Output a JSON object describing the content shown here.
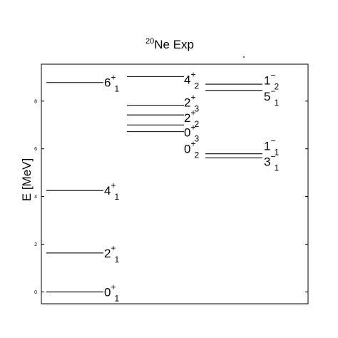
{
  "chart_data": {
    "type": "level-scheme",
    "title": {
      "sup": "20",
      "text": "Ne Exp"
    },
    "ylabel": "E [MeV]",
    "ylim": [
      -0.5,
      9.55
    ],
    "yticks": [
      0,
      2,
      4,
      6,
      8
    ],
    "columns": [
      {
        "levels": [
          {
            "energy": 0.0,
            "spin": "0",
            "parity": "+",
            "index": "1"
          },
          {
            "energy": 1.63,
            "spin": "2",
            "parity": "+",
            "index": "1"
          },
          {
            "energy": 4.25,
            "spin": "4",
            "parity": "+",
            "index": "1"
          },
          {
            "energy": 8.78,
            "spin": "6",
            "parity": "+",
            "index": "1"
          }
        ]
      },
      {
        "levels": [
          {
            "energy": 6.72,
            "spin": "0",
            "parity": "+",
            "index": "2"
          },
          {
            "energy": 7.0,
            "spin": "0",
            "parity": "+",
            "index": "3"
          },
          {
            "energy": 7.42,
            "spin": "2",
            "parity": "+",
            "index": "2"
          },
          {
            "energy": 7.83,
            "spin": "2",
            "parity": "+",
            "index": "3"
          },
          {
            "energy": 9.03,
            "spin": "4",
            "parity": "+",
            "index": "2"
          }
        ]
      },
      {
        "levels": [
          {
            "energy": 5.62,
            "spin": "3",
            "parity": "−",
            "index": "1"
          },
          {
            "energy": 5.79,
            "spin": "1",
            "parity": "−",
            "index": "1"
          },
          {
            "energy": 8.45,
            "spin": "5",
            "parity": "−",
            "index": "1"
          },
          {
            "energy": 8.71,
            "spin": "1",
            "parity": "−",
            "index": "2"
          }
        ]
      }
    ],
    "labels": [
      {
        "spin": "0",
        "parity": "+",
        "index": "1",
        "energy": 0.0,
        "column": 0
      },
      {
        "spin": "2",
        "parity": "+",
        "index": "1",
        "energy": 1.63,
        "column": 0
      },
      {
        "spin": "4",
        "parity": "+",
        "index": "1",
        "energy": 4.25,
        "column": 0
      },
      {
        "spin": "6",
        "parity": "+",
        "index": "1",
        "energy": 8.78,
        "column": 0
      },
      {
        "spin": "4",
        "parity": "+",
        "index": "2",
        "energy": 8.9,
        "column": 1
      },
      {
        "spin": "2",
        "parity": "+",
        "index": "3",
        "energy": 7.95,
        "column": 1
      },
      {
        "spin": "2",
        "parity": "+",
        "index": "2",
        "energy": 7.3,
        "column": 1
      },
      {
        "spin": "0",
        "parity": "+",
        "index": "3",
        "energy": 6.7,
        "column": 1
      },
      {
        "spin": "0",
        "parity": "+",
        "index": "2",
        "energy": 6.0,
        "column": 1
      },
      {
        "spin": "1",
        "parity": "−",
        "index": "2",
        "energy": 8.88,
        "column": 2
      },
      {
        "spin": "5",
        "parity": "−",
        "index": "1",
        "energy": 8.2,
        "column": 2
      },
      {
        "spin": "1",
        "parity": "−",
        "index": "1",
        "energy": 6.12,
        "column": 2
      },
      {
        "spin": "3",
        "parity": "−",
        "index": "1",
        "energy": 5.46,
        "column": 2
      }
    ]
  },
  "colors": {
    "line": "#000000",
    "axis": "#000000",
    "background": "#ffffff"
  }
}
